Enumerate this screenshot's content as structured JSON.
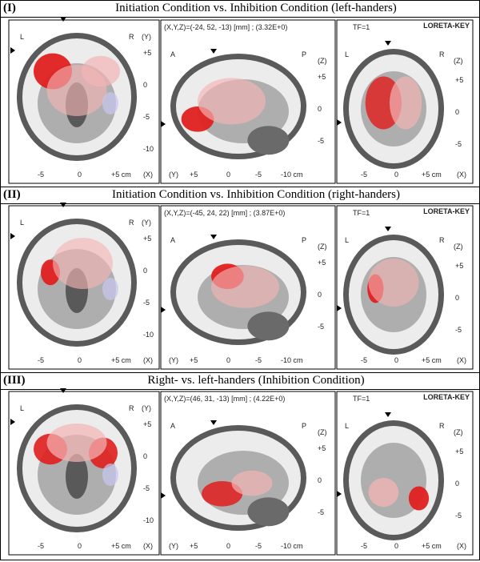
{
  "sections": [
    {
      "label": "(I)",
      "title": "Initiation Condition vs. Inhibition Condition  (left-handers)",
      "coords": "(X,Y,Z)=(-24, 52, -13) [mm] ; (3.32E+0)",
      "tf": "TF=1",
      "logo": "LORETA-KEY"
    },
    {
      "label": "(II)",
      "title": "Initiation Condition vs. Inhibition Condition  (right-handers)",
      "coords": "(X,Y,Z)=(-45, 24, 22) [mm] ; (3.87E+0)",
      "tf": "TF=1",
      "logo": "LORETA-KEY"
    },
    {
      "label": "(III)",
      "title": "Right- vs. left-handers (Inhibition Condition)",
      "coords": "(X,Y,Z)=(46, 31, -13) [mm] ; (4.22E+0)",
      "tf": "TF=1",
      "logo": "LORETA-KEY"
    }
  ],
  "axial": {
    "corner_left": "L",
    "corner_right": "R",
    "vaxis": "(Y)",
    "vticks": [
      "+5",
      "0",
      "-5",
      "-10"
    ],
    "hticks": [
      "-5",
      "0",
      "+5 cm"
    ],
    "haxis": "(X)"
  },
  "sagittal": {
    "corner_left": "A",
    "corner_right": "P",
    "vaxis": "(Z)",
    "vticks": [
      "+5",
      "0",
      "-5"
    ],
    "haxis": "(Y)",
    "hticks": [
      "+5",
      "0",
      "-5",
      "-10 cm"
    ]
  },
  "coronal": {
    "corner_left": "L",
    "corner_right": "R",
    "vaxis": "(Z)",
    "vticks": [
      "+5",
      "0",
      "-5"
    ],
    "hticks": [
      "-5",
      "0",
      "+5 cm"
    ],
    "haxis": "(X)"
  },
  "colors": {
    "activation_strong": "#e02020",
    "activation_light": "#f4b4b4",
    "deactivation": "#c8c8f0",
    "brain_gray": "#9a9a9a",
    "ventricle": "#202020"
  },
  "blobs": [
    {
      "axial": [
        [
          0.3,
          0.3,
          0.16,
          0.14,
          1.0
        ],
        [
          0.7,
          0.3,
          0.16,
          0.12,
          0.35
        ],
        [
          0.5,
          0.45,
          0.25,
          0.2,
          0.2
        ]
      ],
      "sagittal": [
        [
          0.2,
          0.62,
          0.12,
          0.12,
          1.0
        ],
        [
          0.45,
          0.45,
          0.25,
          0.22,
          0.3
        ]
      ],
      "coronal": [
        [
          0.4,
          0.45,
          0.18,
          0.22,
          0.7
        ],
        [
          0.62,
          0.45,
          0.16,
          0.22,
          0.4
        ]
      ]
    },
    {
      "axial": [
        [
          0.28,
          0.42,
          0.08,
          0.1,
          1.0
        ],
        [
          0.55,
          0.35,
          0.25,
          0.2,
          0.2
        ]
      ],
      "sagittal": [
        [
          0.42,
          0.35,
          0.12,
          0.12,
          1.0
        ],
        [
          0.55,
          0.45,
          0.25,
          0.2,
          0.2
        ]
      ],
      "coronal": [
        [
          0.32,
          0.45,
          0.08,
          0.12,
          1.0
        ],
        [
          0.5,
          0.4,
          0.25,
          0.2,
          0.15
        ]
      ]
    },
    {
      "axial": [
        [
          0.28,
          0.35,
          0.14,
          0.12,
          0.9
        ],
        [
          0.72,
          0.38,
          0.12,
          0.12,
          0.9
        ],
        [
          0.5,
          0.3,
          0.25,
          0.15,
          0.4
        ]
      ],
      "sagittal": [
        [
          0.38,
          0.65,
          0.15,
          0.12,
          0.8
        ],
        [
          0.6,
          0.55,
          0.15,
          0.12,
          0.4
        ]
      ],
      "coronal": [
        [
          0.75,
          0.65,
          0.1,
          0.1,
          1.0
        ],
        [
          0.4,
          0.6,
          0.15,
          0.12,
          0.5
        ]
      ]
    }
  ]
}
